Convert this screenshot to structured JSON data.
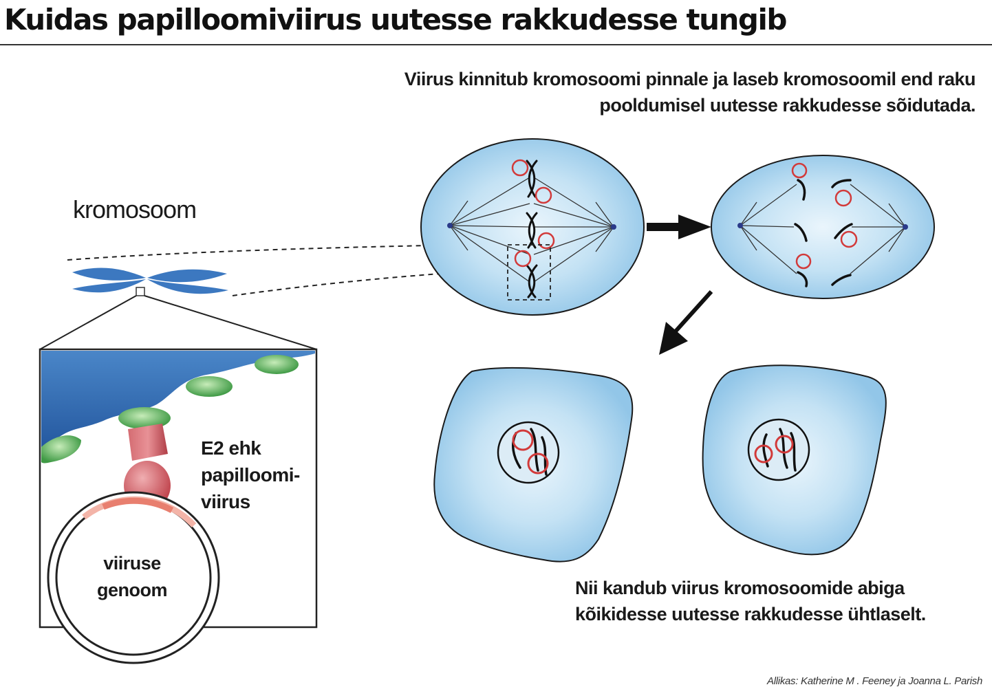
{
  "title": "Kuidas papilloomiviirus uutesse rakkudesse tungib",
  "caption_top": {
    "line1": "Viirus kinnitub kromosoomi pinnale ja laseb kromosoomil end raku",
    "line2": "pooldumisel uutesse rakkudesse sõidutada."
  },
  "caption_bottom": {
    "line1": "Nii kandub viirus kromosoomide abiga",
    "line2": "kõikidesse uutesse rakkudesse ühtlaselt."
  },
  "labels": {
    "chromosome": "kromosoom",
    "e2_line1": "E2 ehk",
    "e2_line2": "papilloomi-",
    "e2_line3": "viirus",
    "genome_line1": "viiruse",
    "genome_line2": "genoom"
  },
  "source": "Allikas: Katherine M . Feeney ja Joanna L. Parish",
  "colors": {
    "cell_fill": "#a9d4ee",
    "cell_light": "#e8f4fb",
    "chromatin_blue": "#2f6bb3",
    "protein_green": "#5fb55a",
    "protein_red": "#c84d55",
    "virus_ring": "#d23a3a"
  },
  "icons": {
    "arrow_right": "arrow-right-icon",
    "arrow_down_left": "arrow-down-left-icon"
  }
}
